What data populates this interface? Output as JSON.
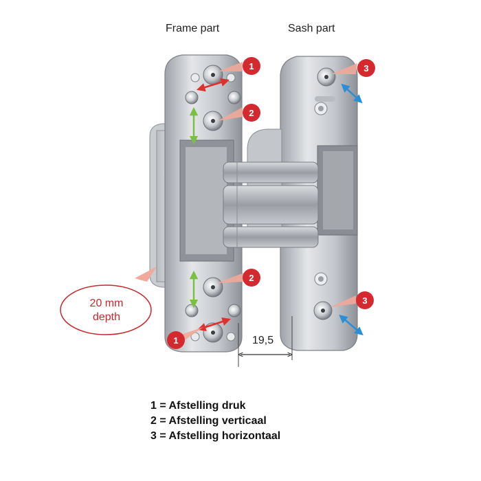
{
  "titles": {
    "frame": "Frame part",
    "sash": "Sash part"
  },
  "callout": {
    "line1": "20 mm",
    "line2": "depth"
  },
  "dimension": {
    "label": "19,5"
  },
  "markers": {
    "one": "1",
    "two": "2",
    "three": "3"
  },
  "legend": [
    "1 = Afstelling druk",
    "2 = Afstelling verticaal",
    "3 = Afstelling horizontaal"
  ],
  "colors": {
    "marker_red": "#d42a2f",
    "arrow_red": "#e0302e",
    "arrow_green": "#7bc043",
    "arrow_blue": "#2a8fd6",
    "metal_light": "#d6d8dc",
    "metal_mid": "#a9adb3",
    "metal_dark": "#6e7278"
  }
}
